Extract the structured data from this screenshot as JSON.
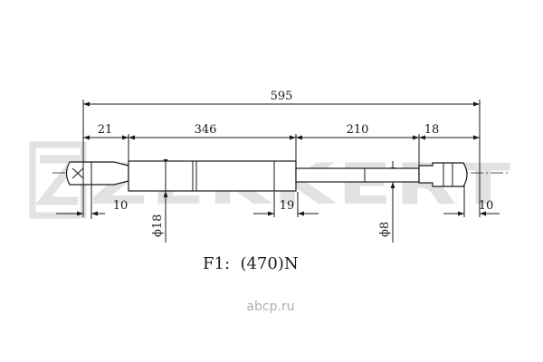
{
  "brand": {
    "logo_text": "ZEKKERT"
  },
  "dimensions": {
    "overall_length": "595",
    "left_end_length": "21",
    "body_length": "346",
    "rod_length": "210",
    "right_end_length": "18",
    "left_end_height": "10",
    "body_end_length": "19",
    "right_end_height": "10",
    "body_diameter": "ϕ18",
    "rod_diameter": "ϕ8"
  },
  "force_label": "F1:  (470)N",
  "watermark": "abcp.ru",
  "colors": {
    "line": "#1a1a1a",
    "logo": "#e2e2e2",
    "watermark": "#b0b0b0"
  }
}
